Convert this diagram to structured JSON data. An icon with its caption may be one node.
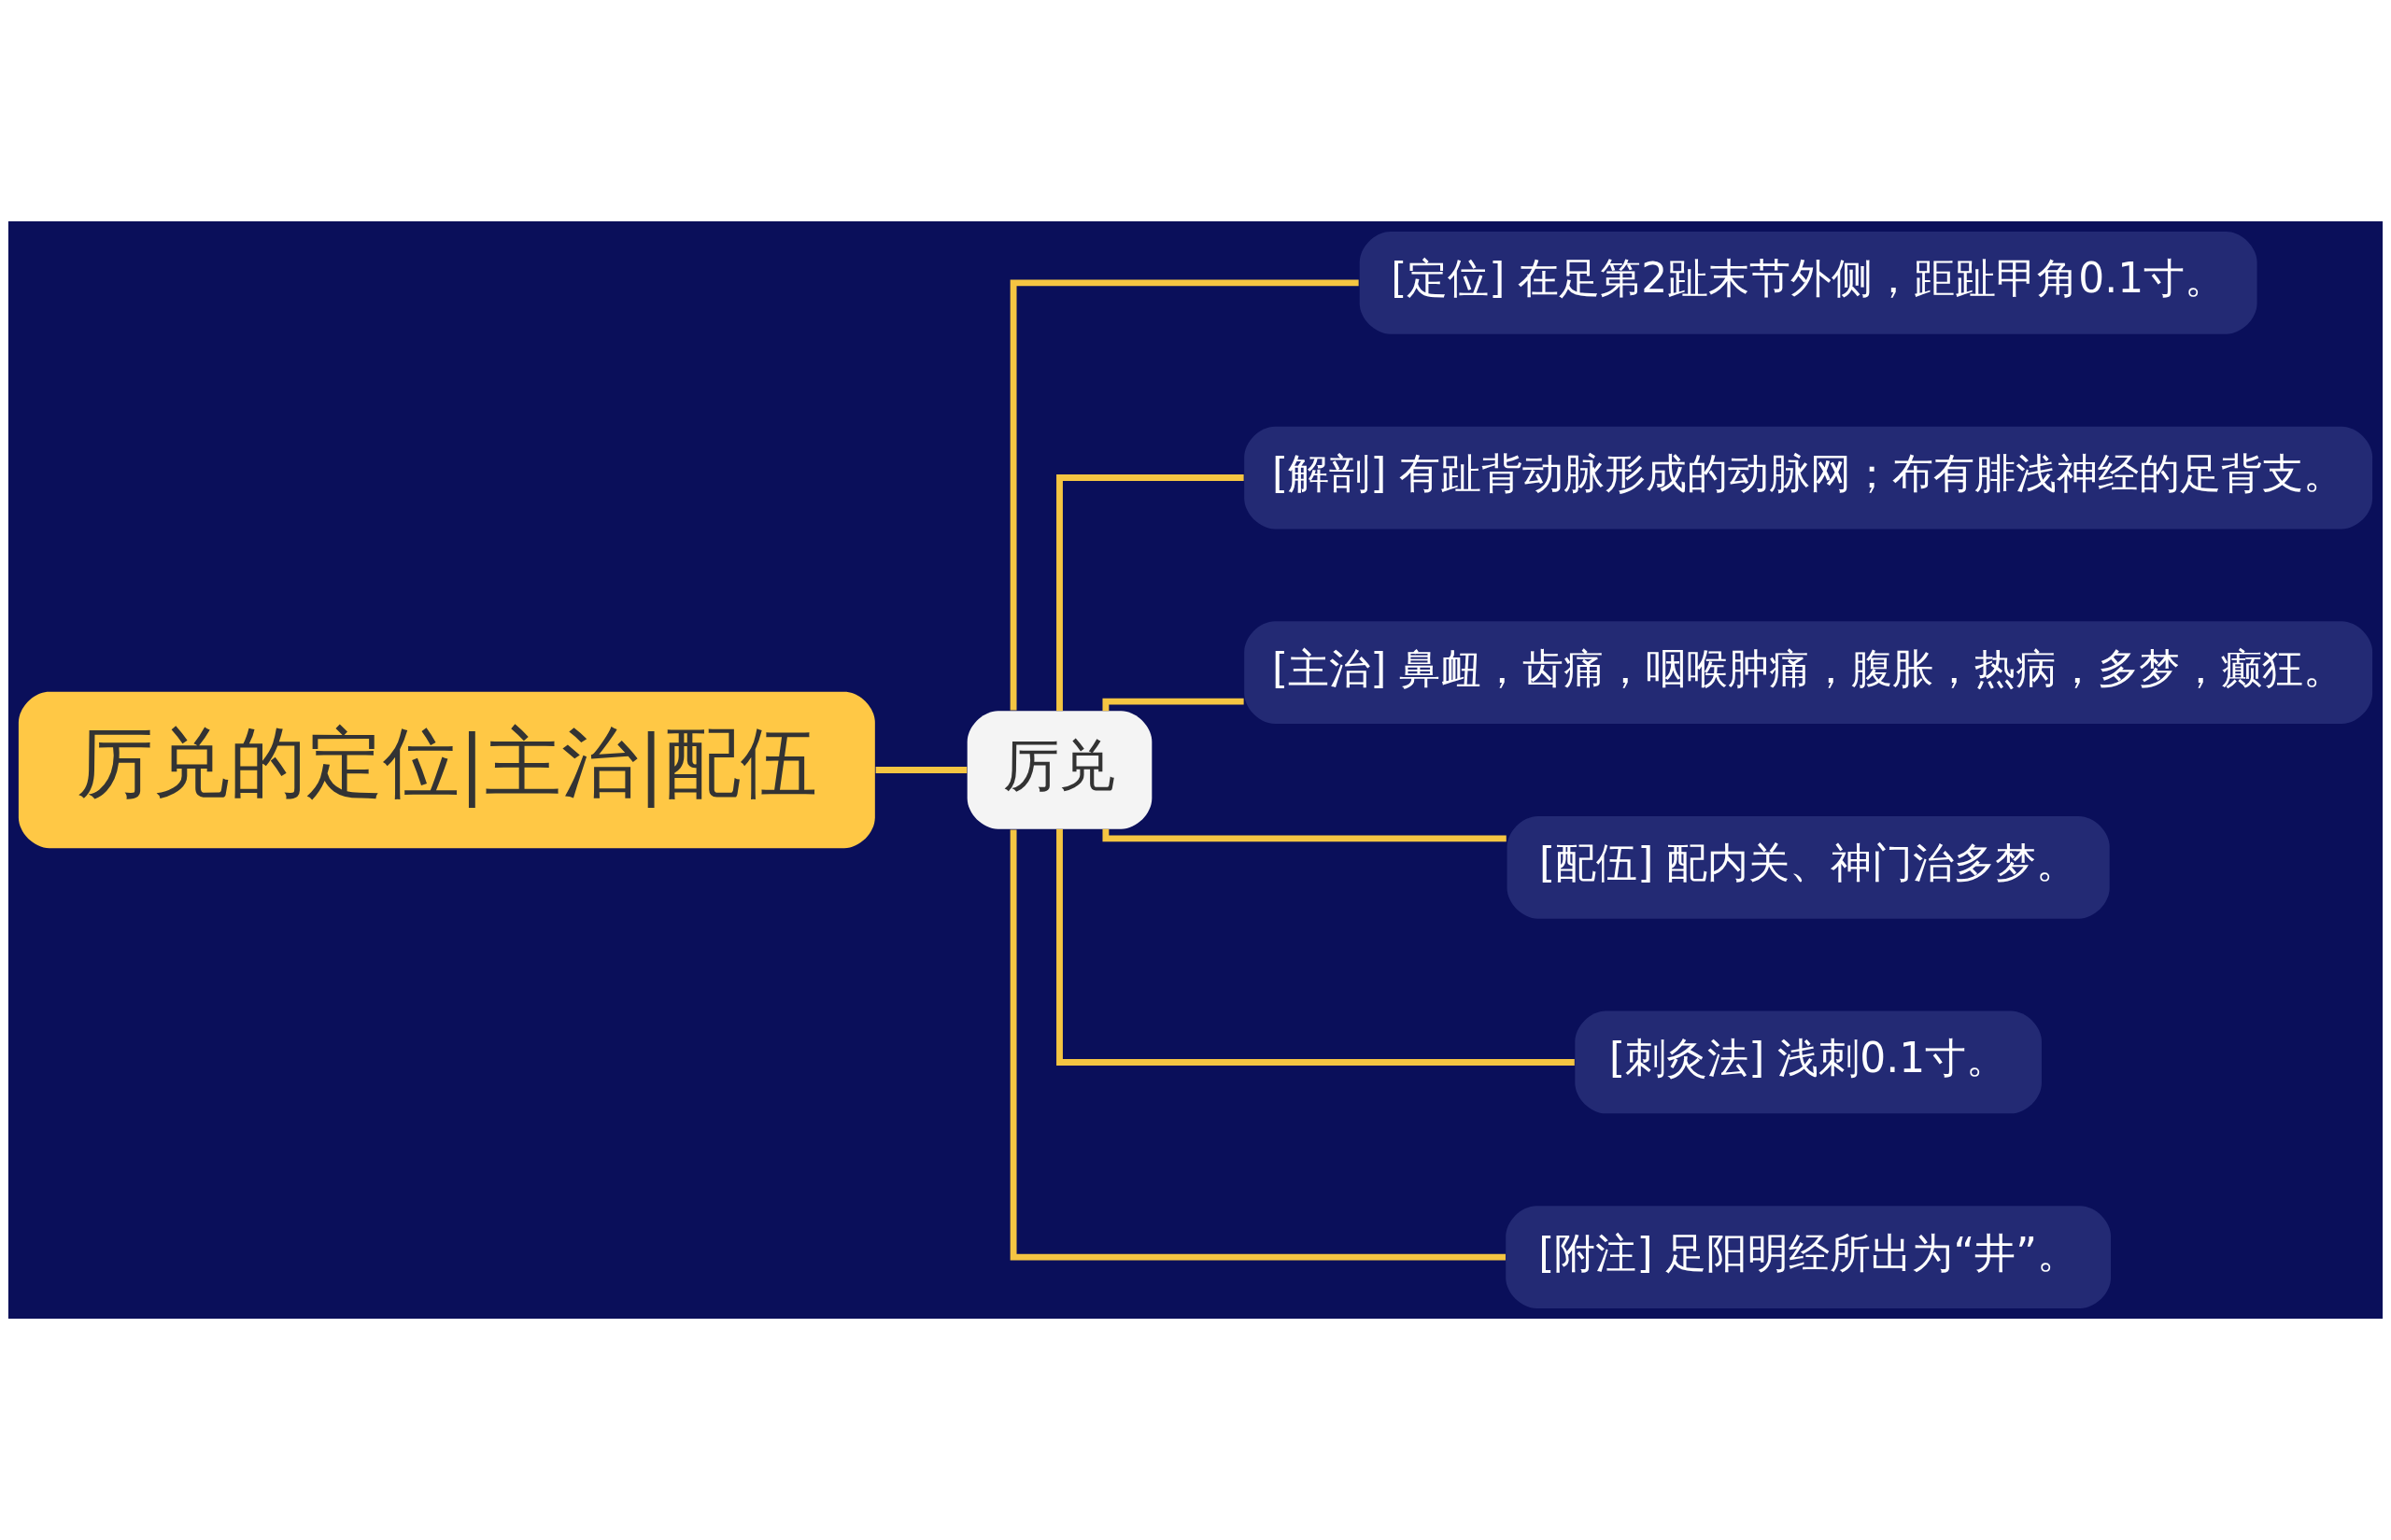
{
  "diagram": {
    "nodes": [
      {
        "text": [
          "厉兑的定位|主治|配伍"
        ]
      },
      {
        "text": [
          "厉兑"
        ]
      },
      {
        "text": [
          "[定位] 在足第2趾末节外侧，距趾甲角0.1寸。"
        ]
      },
      {
        "text": [
          "[解剖] 有趾背动脉形成的动脉网；布有腓浅神经的足背支。"
        ]
      },
      {
        "text": [
          "[主治] 鼻衄，齿痛，咽喉肿痛，腹胀，热病，多梦，癫狂。"
        ]
      },
      {
        "text": [
          "[配伍] 配内关、神门治多梦。"
        ]
      },
      {
        "text": [
          "[刺灸法] 浅刺0.1寸。"
        ]
      },
      {
        "text": [
          "[附注] 足阳明经所出为“井”。"
        ]
      }
    ],
    "edges": [
      {
        "from": 0,
        "to": 1,
        "arrow": "none"
      },
      {
        "from": 1,
        "to": 2,
        "arrow": "none"
      },
      {
        "from": 1,
        "to": 3,
        "arrow": "none"
      },
      {
        "from": 1,
        "to": 4,
        "arrow": "none"
      },
      {
        "from": 1,
        "to": 5,
        "arrow": "none"
      },
      {
        "from": 1,
        "to": 6,
        "arrow": "none"
      },
      {
        "from": 1,
        "to": 7,
        "arrow": "none"
      }
    ]
  }
}
